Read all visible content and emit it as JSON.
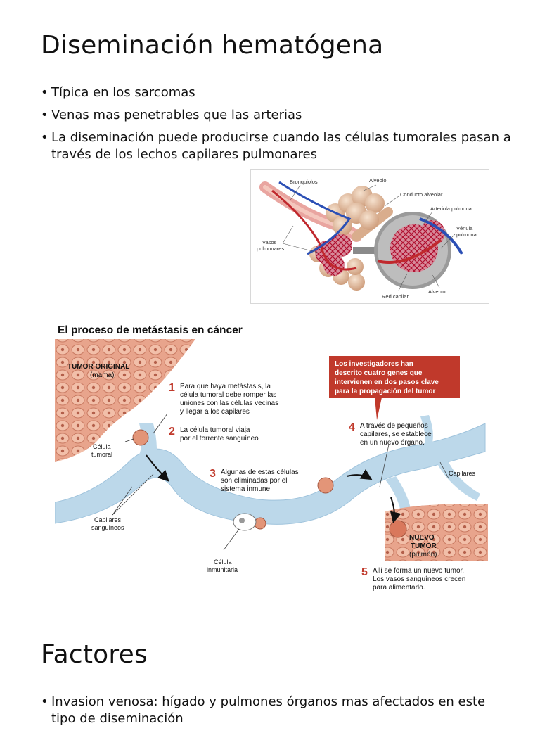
{
  "slide1": {
    "title": "Diseminación hematógena",
    "bullets": [
      "Típica en los sarcomas",
      "Venas mas penetrables que las arterias",
      "La diseminación puede producirse cuando las células tumorales pasan a través de los lechos capilares pulmonares"
    ]
  },
  "lung_figure": {
    "labels": {
      "bronquiolos": "Bronquiolos",
      "alveolo_top": "Alveolo",
      "conducto": "Conducto alveolar",
      "arteriola": "Arteriola pulmonar",
      "venula_1": "Vénula",
      "venula_2": "pulmonar",
      "vasos_1": "Vasos",
      "vasos_2": "pulmonares",
      "alveolo_bottom": "Alveolo",
      "red_capilar": "Red capilar"
    }
  },
  "metastasis_figure": {
    "title": "El proceso de metástasis en cáncer",
    "tumor_label_1": "TUMOR ORIGINAL",
    "tumor_label_2": "(mama)",
    "callout": [
      "Los investigadores han",
      "descrito cuatro genes que",
      "intervienen en dos pasos clave",
      "para la propagación del tumor"
    ],
    "steps": [
      {
        "num": "1",
        "lines": [
          "Para que haya metástasis, la",
          "célula tumoral debe romper las",
          "uniones con las células vecinas",
          "y llegar a los capilares"
        ]
      },
      {
        "num": "2",
        "lines": [
          "La célula tumoral viaja",
          "por el torrente sanguíneo"
        ]
      },
      {
        "num": "3",
        "lines": [
          "Algunas de estas células",
          "son eliminadas por el",
          "sistema inmune"
        ]
      },
      {
        "num": "4",
        "lines": [
          "A través de pequeños",
          "capilares, se establece",
          "en un nuevo órgano."
        ]
      },
      {
        "num": "5",
        "lines": [
          "Allí se forma un nuevo tumor.",
          "Los vasos sanguíneos crecen",
          "para alimentarlo."
        ]
      }
    ],
    "labels": {
      "celula_tumoral_1": "Célula",
      "celula_tumoral_2": "tumoral",
      "capilares_sang_1": "Capilares",
      "capilares_sang_2": "sanguíneos",
      "celula_inmune_1": "Célula",
      "celula_inmune_2": "inmunitaria",
      "capilares": "Capilares",
      "nuevo_1": "NUEVO",
      "nuevo_2": "TUMOR",
      "nuevo_3": "(pulmón)"
    }
  },
  "slide2": {
    "title": "Factores",
    "bullets": [
      "Invasion venosa: hígado y pulmones órganos mas afectados en este tipo de diseminación"
    ]
  },
  "colors": {
    "tissue": "#e8a48c",
    "vessel": "#bcd8ea",
    "callout": "#c0392b",
    "step_number": "#c0392b"
  }
}
